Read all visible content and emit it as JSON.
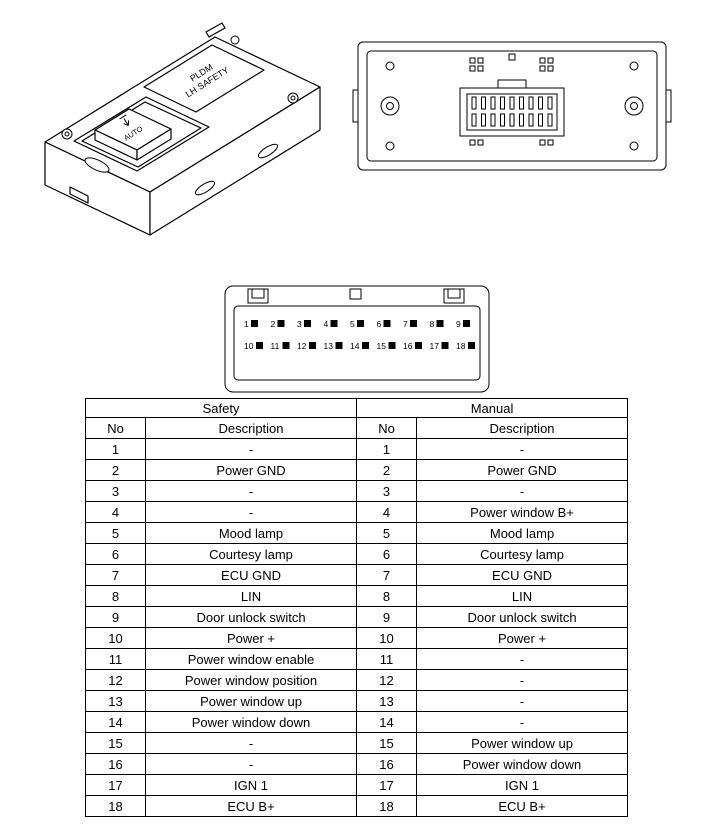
{
  "colors": {
    "line": "#000000",
    "background": "#ffffff"
  },
  "illustrations": {
    "module_label_line1": "PLDM",
    "module_label_line2": "LH SAFETY",
    "auto_label": "AUTO"
  },
  "connector": {
    "pins_row1": [
      "1",
      "2",
      "3",
      "4",
      "5",
      "6",
      "7",
      "8",
      "9"
    ],
    "pins_row2": [
      "10",
      "11",
      "12",
      "13",
      "14",
      "15",
      "16",
      "17",
      "18"
    ]
  },
  "table": {
    "safety_title": "Safety",
    "manual_title": "Manual",
    "no_header": "No",
    "description_header": "Description",
    "rows": [
      {
        "no": "1",
        "safety": "-",
        "manual": "-"
      },
      {
        "no": "2",
        "safety": "Power GND",
        "manual": "Power GND"
      },
      {
        "no": "3",
        "safety": "-",
        "manual": "-"
      },
      {
        "no": "4",
        "safety": "-",
        "manual": "Power window B+"
      },
      {
        "no": "5",
        "safety": "Mood lamp",
        "manual": "Mood lamp"
      },
      {
        "no": "6",
        "safety": "Courtesy lamp",
        "manual": "Courtesy lamp"
      },
      {
        "no": "7",
        "safety": "ECU GND",
        "manual": "ECU GND"
      },
      {
        "no": "8",
        "safety": "LIN",
        "manual": "LIN"
      },
      {
        "no": "9",
        "safety": "Door unlock switch",
        "manual": "Door unlock switch"
      },
      {
        "no": "10",
        "safety": "Power +",
        "manual": "Power +"
      },
      {
        "no": "11",
        "safety": "Power window enable",
        "manual": "-"
      },
      {
        "no": "12",
        "safety": "Power window position",
        "manual": "-"
      },
      {
        "no": "13",
        "safety": "Power window up",
        "manual": "-"
      },
      {
        "no": "14",
        "safety": "Power window down",
        "manual": "-"
      },
      {
        "no": "15",
        "safety": "-",
        "manual": "Power window up"
      },
      {
        "no": "16",
        "safety": "-",
        "manual": "Power window down"
      },
      {
        "no": "17",
        "safety": "IGN 1",
        "manual": "IGN 1"
      },
      {
        "no": "18",
        "safety": "ECU B+",
        "manual": "ECU B+"
      }
    ]
  }
}
